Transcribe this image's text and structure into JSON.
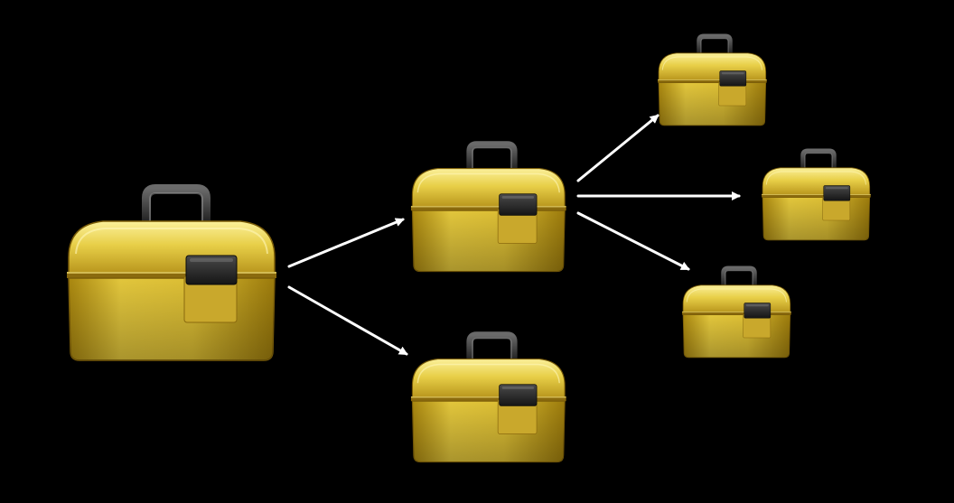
{
  "colors": {
    "background": "#000000",
    "box_light": "#f4e46a",
    "box_mid": "#dcc13a",
    "box_dark": "#8a6a0e",
    "box_shadow": "#5a4406",
    "latch": "#2a2a2a",
    "handle": "#1e1e1e",
    "arrow": "#ffffff"
  },
  "nodes": [
    {
      "id": "root",
      "icon": "toolbox-icon"
    },
    {
      "id": "child-top",
      "icon": "toolbox-icon"
    },
    {
      "id": "child-bottom",
      "icon": "toolbox-icon"
    },
    {
      "id": "grandchild-top",
      "icon": "toolbox-icon"
    },
    {
      "id": "grandchild-middle",
      "icon": "toolbox-icon"
    },
    {
      "id": "grandchild-bottom",
      "icon": "toolbox-icon"
    }
  ],
  "edges": [
    {
      "from": "root",
      "to": "child-top"
    },
    {
      "from": "root",
      "to": "child-bottom"
    },
    {
      "from": "child-top",
      "to": "grandchild-top"
    },
    {
      "from": "child-top",
      "to": "grandchild-middle"
    },
    {
      "from": "child-top",
      "to": "grandchild-bottom"
    }
  ]
}
